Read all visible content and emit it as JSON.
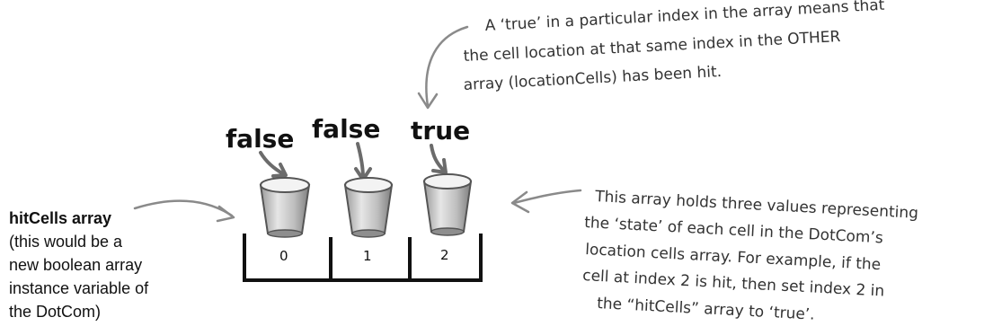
{
  "array": {
    "values": [
      "false",
      "false",
      "true"
    ],
    "indices": [
      "0",
      "1",
      "2"
    ]
  },
  "left_label": {
    "title": "hitCells array",
    "lines": [
      "(this would be a",
      "new boolean array",
      "instance variable of",
      "the DotCom)"
    ]
  },
  "top_note": {
    "lines": [
      "A ‘true’ in a particular index in the array means that",
      "the cell location at that same index in the OTHER",
      "array (locationCells) has been hit."
    ]
  },
  "right_note": {
    "lines": [
      "This array holds three values representing",
      "the ‘state’ of each cell in the DotCom’s",
      "location cells array. For example, if the",
      "cell at index 2 is hit, then set index 2 in",
      "the “hitCells” array to ‘true’."
    ]
  },
  "colors": {
    "ink": "#111111",
    "arrow": "#8a8a8a",
    "cup_fill": "#c8c8c8"
  }
}
